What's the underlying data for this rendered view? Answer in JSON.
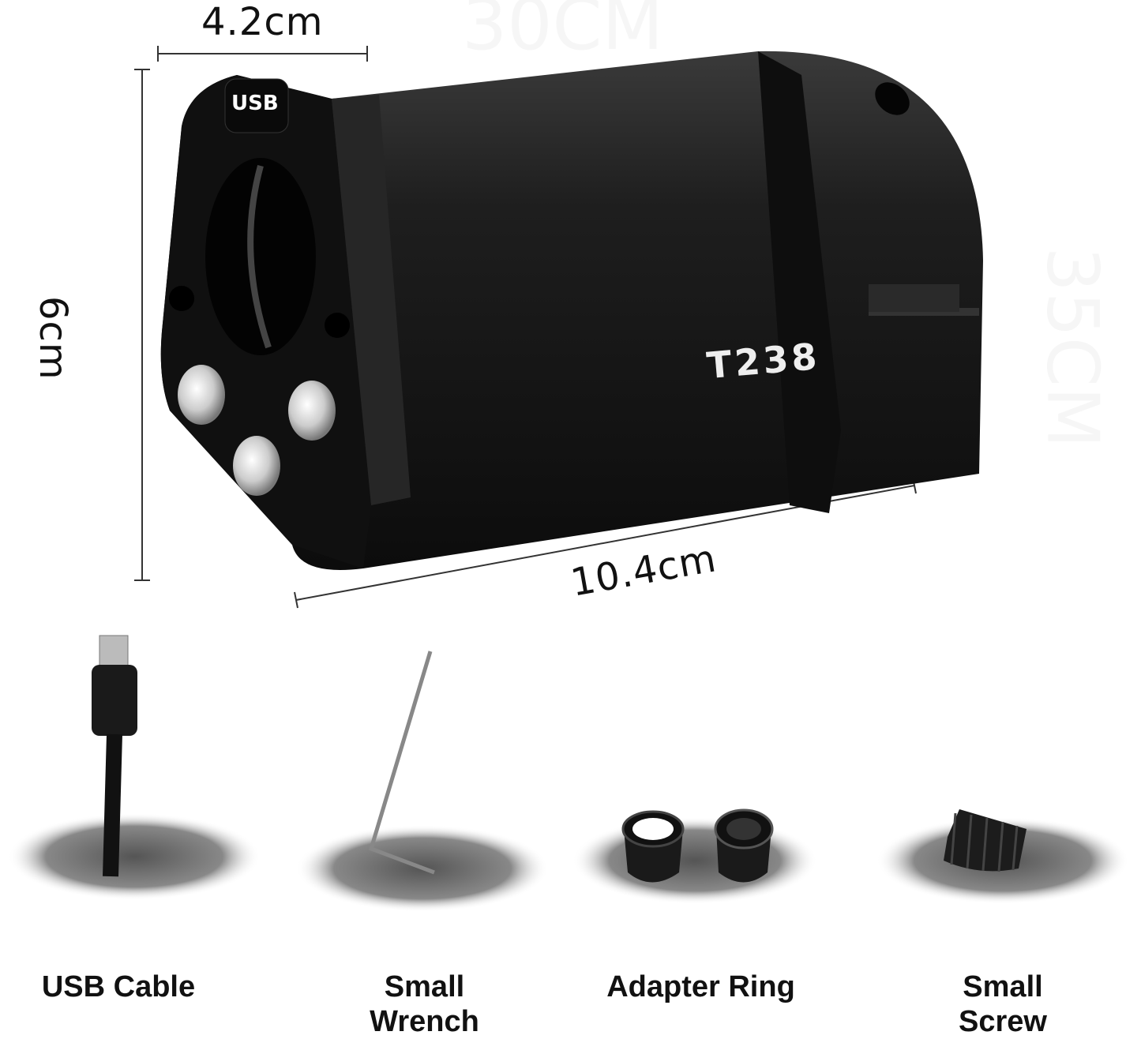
{
  "dimensions": {
    "diameter": "4.2cm",
    "height": "6cm",
    "length": "10.4cm"
  },
  "product": {
    "model_label": "T238",
    "port_label": "USB"
  },
  "watermarks": [
    "30CM",
    "35CM"
  ],
  "accessories": [
    {
      "label": "USB Cable"
    },
    {
      "label": "Small Wrench"
    },
    {
      "label": "Adapter Ring"
    },
    {
      "label": "Small Screw"
    }
  ],
  "colors": {
    "body": "#1a1a1a",
    "text": "#111111"
  }
}
